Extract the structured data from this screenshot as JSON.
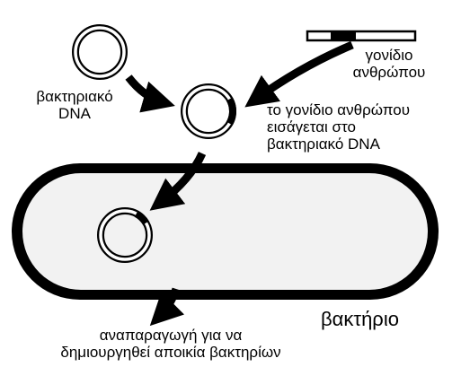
{
  "labels": {
    "bacterial_dna": "βακτηριακό\nDNA",
    "human_gene": "γονίδιο\nανθρώπου",
    "gene_inserted": "το γονίδιο ανθρώπου\nεισάγεται στο\nβακτηριακό DNA",
    "bacterium": "βακτήριο",
    "reproduction": "αναπαραγωγή για να\nδημιουργηθεί αποικία βακτηρίων"
  },
  "colors": {
    "ink": "#000000",
    "background": "#ffffff",
    "cell_fill": "#f2f2f2"
  }
}
